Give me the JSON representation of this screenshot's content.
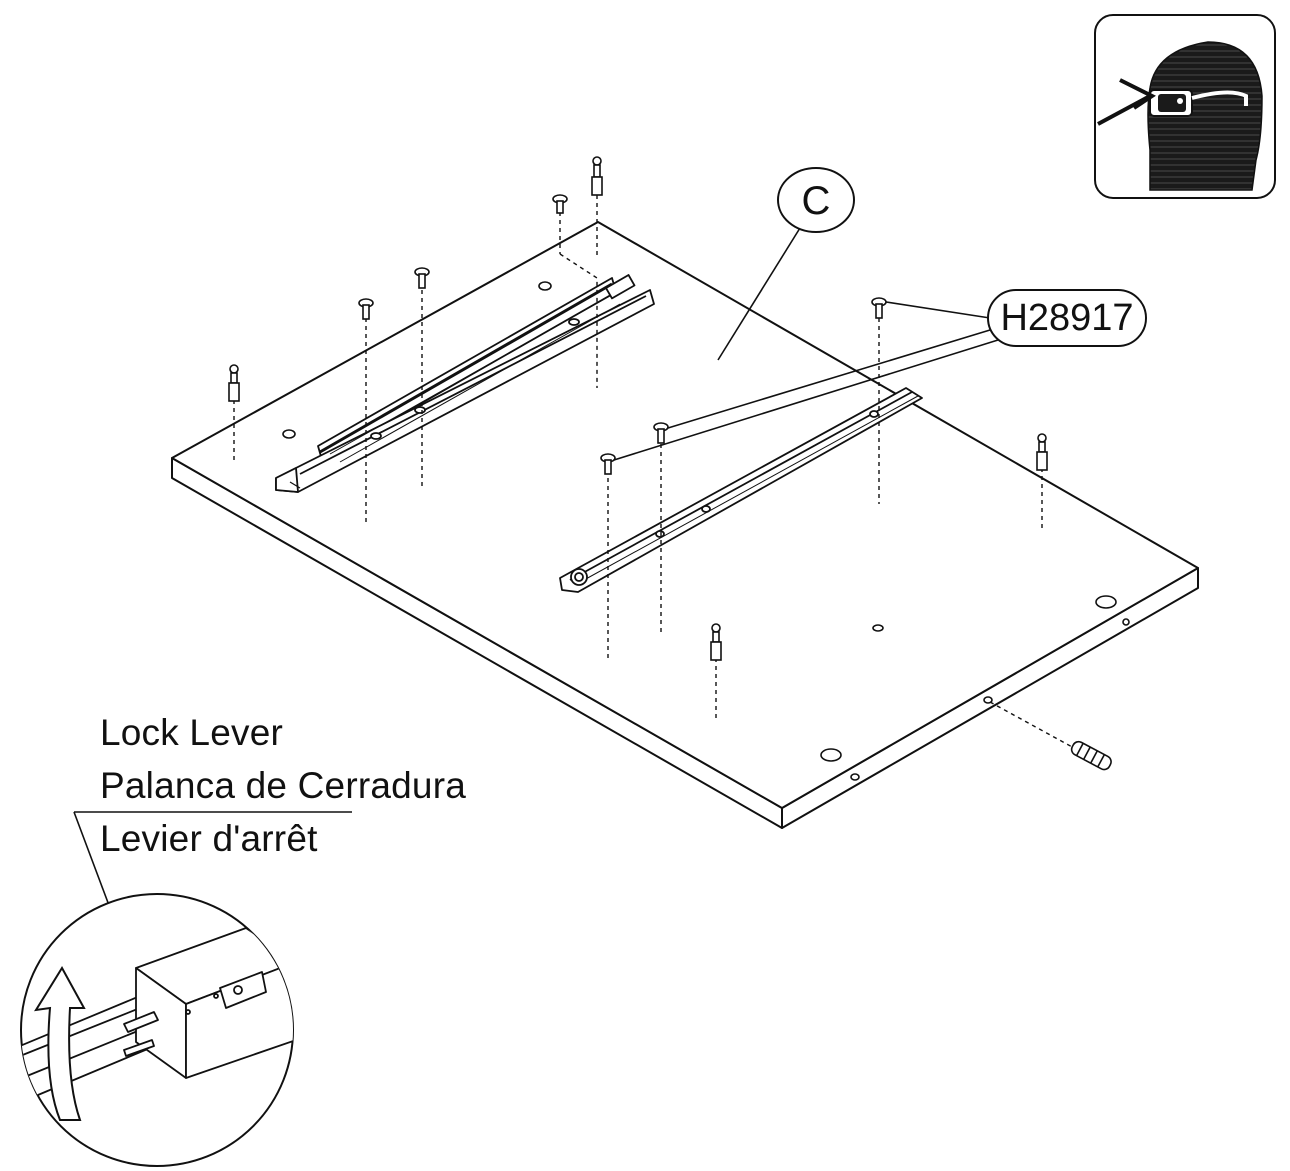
{
  "callouts": {
    "panel_letter": "C",
    "part_number": "H28917"
  },
  "lock_lever": {
    "en": "Lock Lever",
    "es": "Palanca de Cerradura",
    "fr": "Levier d'arrêt"
  },
  "icons": {
    "safety": "safety-glasses-icon",
    "detail_arrow": "rotate-up-arrow-icon"
  },
  "colors": {
    "line": "#111111",
    "paper": "#ffffff",
    "icon_fill": "#1a1a1a"
  }
}
